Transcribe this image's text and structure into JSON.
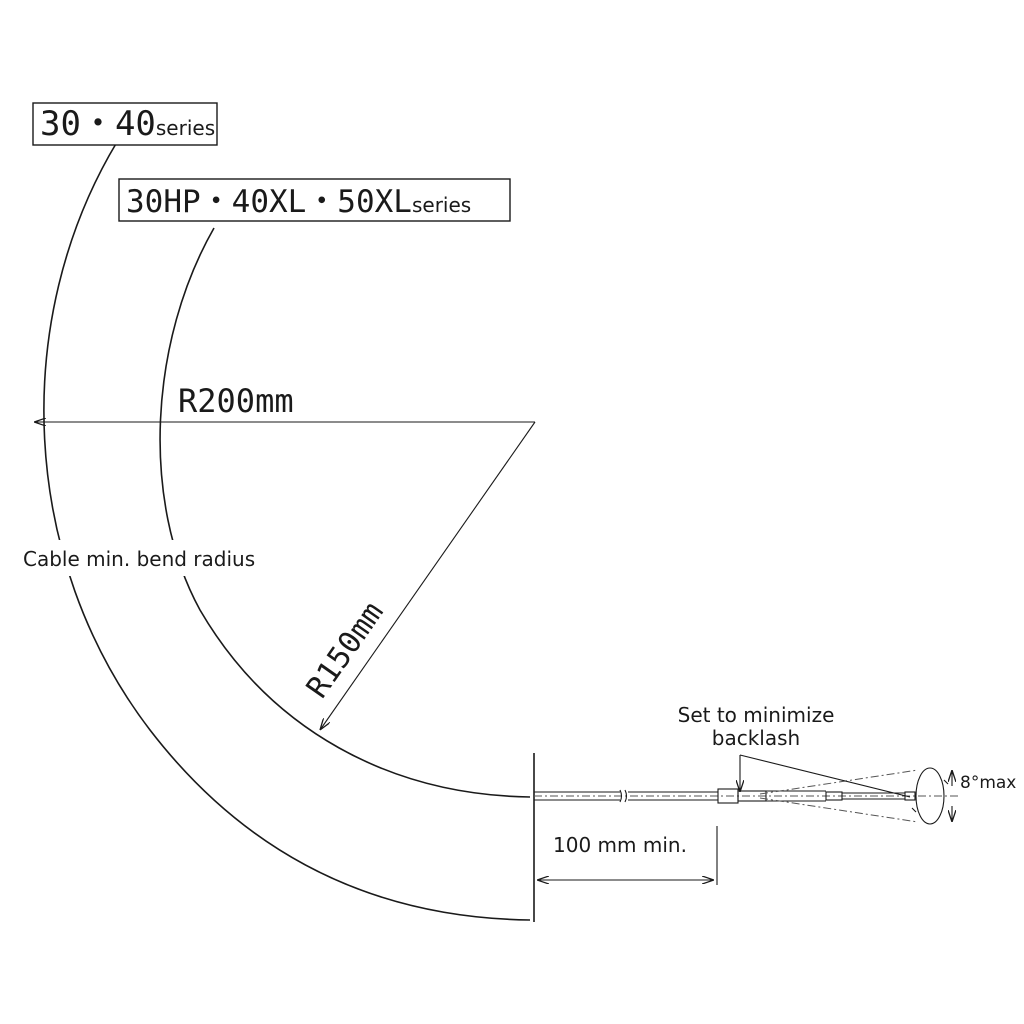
{
  "labels": {
    "series_a_main": "30・40",
    "series_a_suffix": "series",
    "series_b_main": "30HP・40XL・50XL",
    "series_b_suffix": "series",
    "r200": "R200mm",
    "r150": "R150mm",
    "bend_radius": "Cable min. bend radius",
    "min_length": "100 mm min.",
    "backlash_line1": "Set to minimize",
    "backlash_line2": "backlash",
    "max_angle": "8°max"
  }
}
